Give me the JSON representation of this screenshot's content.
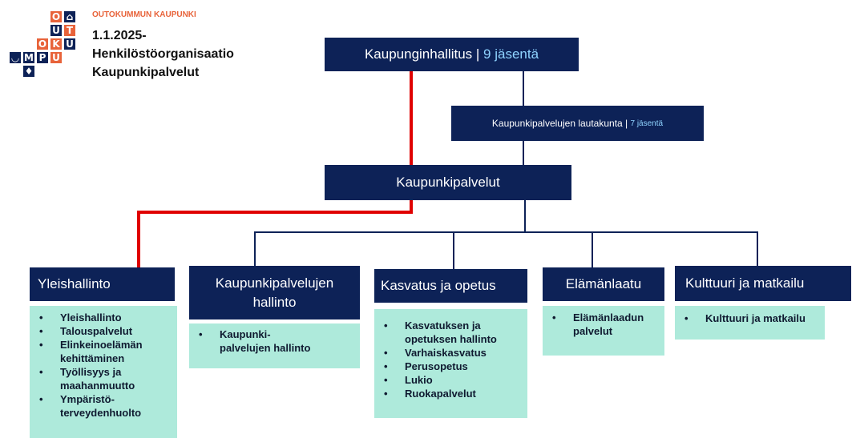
{
  "brand": {
    "org_name": "OUTOKUMMUN KAUPUNKI",
    "title_lines": [
      "1.1.2025-",
      "Henkilöstöorganisaatio",
      "Kaupunkipalvelut"
    ],
    "logo_letters": [
      "O",
      "U",
      "T",
      "O",
      "K",
      "U",
      "M",
      "P",
      "U"
    ],
    "accent_color": "#e8633a"
  },
  "colors": {
    "box_navy": "#0d2257",
    "list_mint": "#aeeadb",
    "connector_navy": "#0d2257",
    "connector_red": "#e00000"
  },
  "board": {
    "name": "Kaupunginhallitus",
    "separator": " | ",
    "members": "9 jäsentä"
  },
  "committee": {
    "name": "Kaupunkipalvelujen lautakunta",
    "separator": " | ",
    "members": "7 jäsentä"
  },
  "division": {
    "name": "Kaupunkipalvelut"
  },
  "units": [
    {
      "name": "Yleishallinto",
      "items": [
        "Yleishallinto",
        "Talouspalvelut",
        "Elinkeinoelämän kehittäminen",
        "Työllisyys ja maahanmuutto",
        "Ympäristö-terveydenhuolto"
      ]
    },
    {
      "name": "Kaupunkipalvelujen hallinto",
      "items": [
        "Kaupunki-palvelujen hallinto"
      ]
    },
    {
      "name": "Kasvatus ja opetus",
      "items": [
        "Kasvatuksen ja opetuksen hallinto",
        "Varhaiskasvatus",
        "Perusopetus",
        "Lukio",
        "Ruokapalvelut"
      ]
    },
    {
      "name": "Elämänlaatu",
      "items": [
        "Elämänlaadun palvelut"
      ]
    },
    {
      "name": "Kulttuuri ja matkailu",
      "items": [
        "Kulttuuri ja matkailu"
      ]
    }
  ]
}
